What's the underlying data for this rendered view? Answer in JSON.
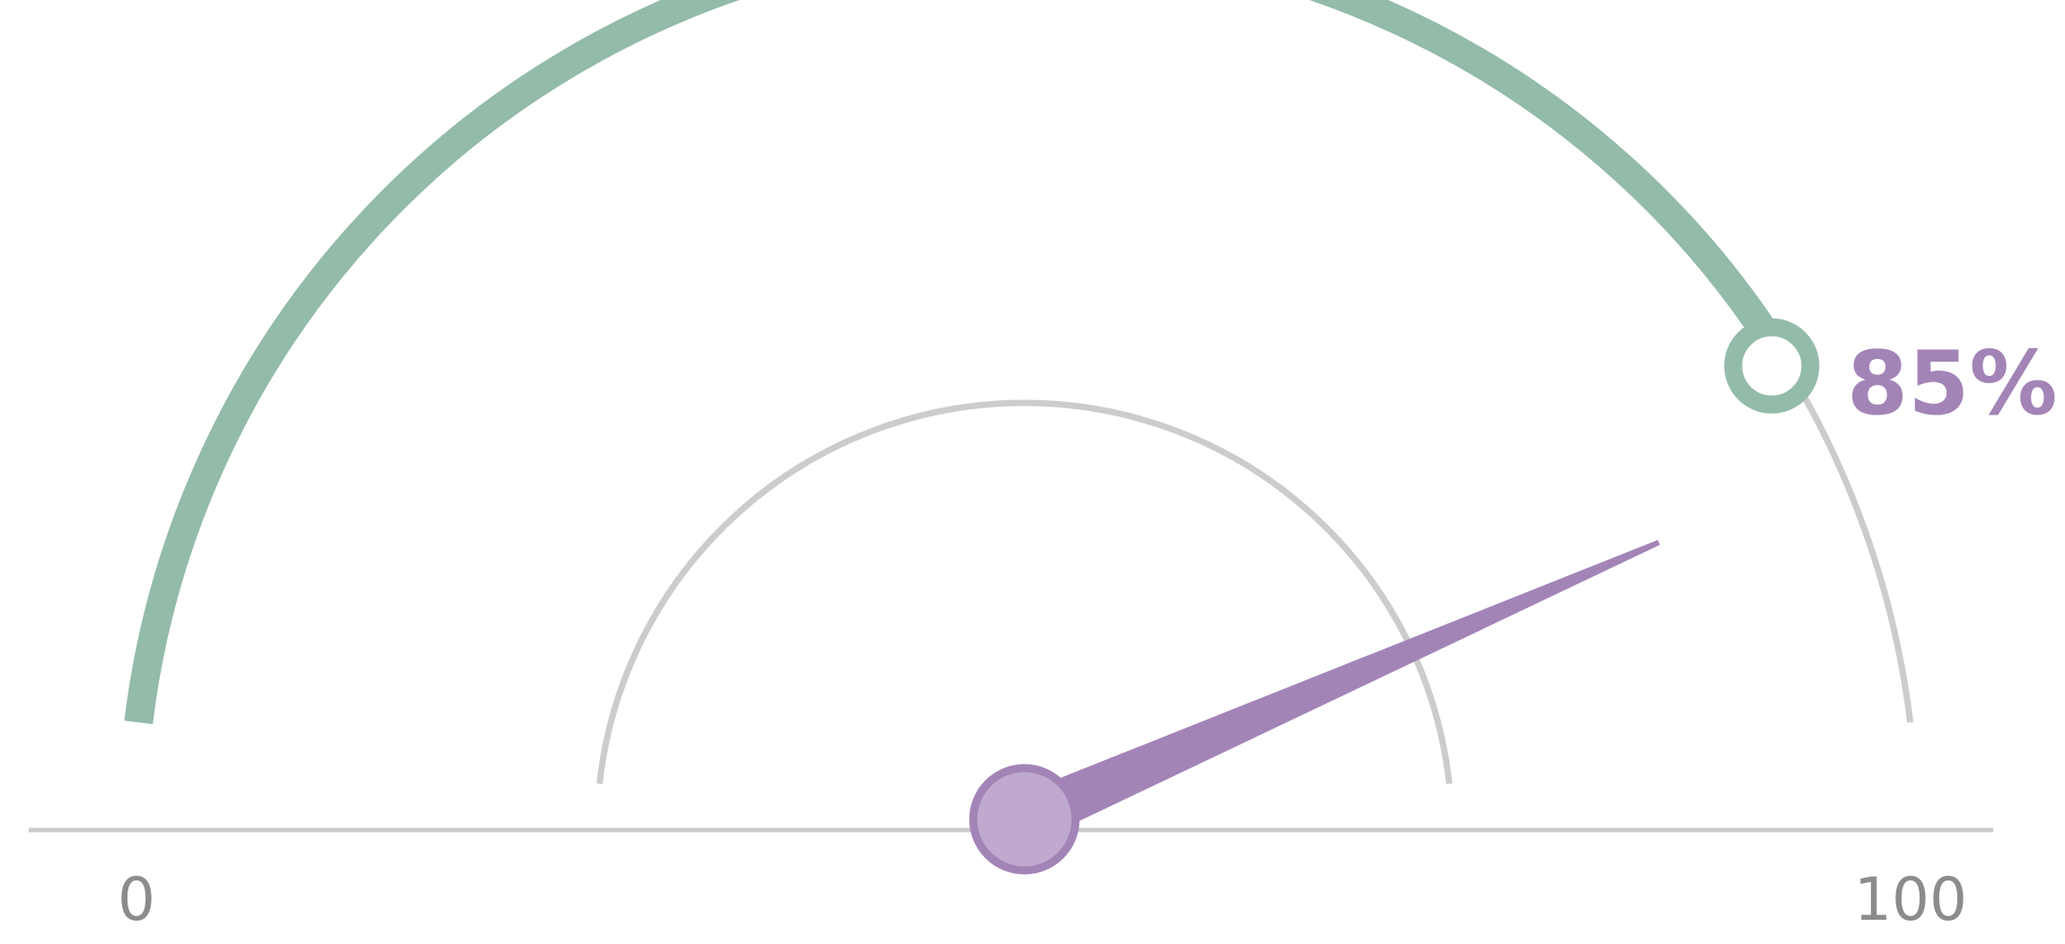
{
  "chart_data": {
    "type": "gauge",
    "min": 0,
    "max": 100,
    "value": 85,
    "value_label": "85%",
    "min_label": "0",
    "max_label": "100",
    "colors": {
      "progress_arc": "#93bba9",
      "track": "#cccccc",
      "needle": "#a384b7",
      "hub_fill": "#bfa9ce",
      "value_text": "#a384b7",
      "tick_text": "#8c8c8c"
    }
  }
}
